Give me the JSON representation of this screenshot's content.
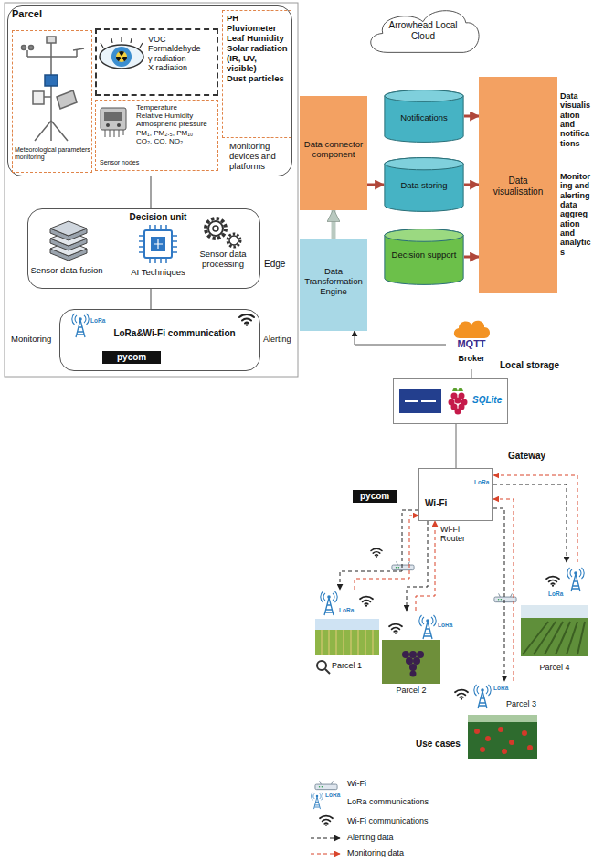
{
  "diagram": {
    "nodes": [
      {
        "text": [
          "Parcel",
          "Monitoring devices and platforms"
        ]
      },
      {
        "text": [
          "Meteorological parameters monitoring"
        ],
        "in": 0
      },
      {
        "text": [
          "VOC",
          "Formaldehyde",
          "γ radiation",
          "X radiation"
        ],
        "in": 0
      },
      {
        "text": [
          "Temperature",
          "Relative Humidity",
          "Atmospheric pressure",
          "PM₁, PM₂.₅, PM₁₀",
          "CO₂, CO, NO₂",
          "Sensor nodes"
        ],
        "in": 0
      },
      {
        "text": [
          "PH",
          "Pluviometer",
          "Leaf Humidity",
          "Solar radiation (IR, UV, visible)",
          "Dust particles"
        ],
        "in": 0
      },
      {
        "text": [
          "Decision unit",
          "Sensor data fusion",
          "AI Techniques",
          "Sensor data processing",
          "Edge"
        ]
      },
      {
        "text": [
          "LoRa&Wi-Fi communication"
        ]
      },
      {
        "text": [
          "Arrowhead Local Cloud"
        ]
      },
      {
        "text": [
          "Data connector component"
        ]
      },
      {
        "text": [
          "Data Transformation Engine"
        ]
      },
      {
        "text": [
          "Notifications"
        ]
      },
      {
        "text": [
          "Data storing"
        ]
      },
      {
        "text": [
          "Decision support"
        ]
      },
      {
        "text": [
          "Data visualisation"
        ]
      },
      {
        "text": [
          "MQTT",
          "Broker"
        ]
      },
      {
        "text": [
          "Local storage",
          "SQLite"
        ]
      },
      {
        "text": [
          "Gateway",
          "Wi-Fi"
        ]
      },
      {
        "text": [
          "Parcel 1"
        ]
      },
      {
        "text": [
          "Parcel 2"
        ]
      },
      {
        "text": [
          "Parcel 3"
        ]
      },
      {
        "text": [
          "Parcel 4"
        ]
      }
    ],
    "edges": [
      {
        "from": 0,
        "to": 5,
        "arrow": "none"
      },
      {
        "from": 5,
        "to": 6,
        "arrow": "none"
      },
      {
        "from": 9,
        "to": 8,
        "arrow": "to"
      },
      {
        "from": 8,
        "to": 11,
        "arrow": "to"
      },
      {
        "from": 10,
        "to": 13,
        "arrow": "to"
      },
      {
        "from": 11,
        "to": 13,
        "arrow": "to"
      },
      {
        "from": 12,
        "to": 13,
        "arrow": "to"
      },
      {
        "from": 14,
        "to": 9,
        "arrow": "to"
      },
      {
        "from": 14,
        "to": 15,
        "arrow": "none"
      },
      {
        "from": 15,
        "to": 16,
        "arrow": "none"
      },
      {
        "from": 16,
        "to": 17,
        "arrow": "to"
      },
      {
        "from": 17,
        "to": 16,
        "arrow": "to"
      },
      {
        "from": 16,
        "to": 18,
        "arrow": "to"
      },
      {
        "from": 18,
        "to": 16,
        "arrow": "to"
      },
      {
        "from": 16,
        "to": 19,
        "arrow": "to"
      },
      {
        "from": 19,
        "to": 16,
        "arrow": "to"
      },
      {
        "from": 16,
        "to": 20,
        "arrow": "to"
      },
      {
        "from": 20,
        "to": 16,
        "arrow": "to"
      }
    ],
    "labels": [
      "Monitoring",
      "Alerting",
      "pycom",
      "LoRa",
      "Data visualisation and notifications",
      "Monitoring and alerting data aggregation and analytics",
      "pycom",
      "LoRa",
      "Wi-Fi Router",
      "LoRa",
      "LoRa",
      "LoRa",
      "LoRa",
      "Use cases",
      "LoRa"
    ],
    "legend": [
      {
        "text": "Wi-Fi"
      },
      {
        "text": "LoRa communications"
      },
      {
        "text": "Wi-Fi communications"
      },
      {
        "text": "Alerting data"
      },
      {
        "text": "Monitoring data"
      }
    ]
  }
}
